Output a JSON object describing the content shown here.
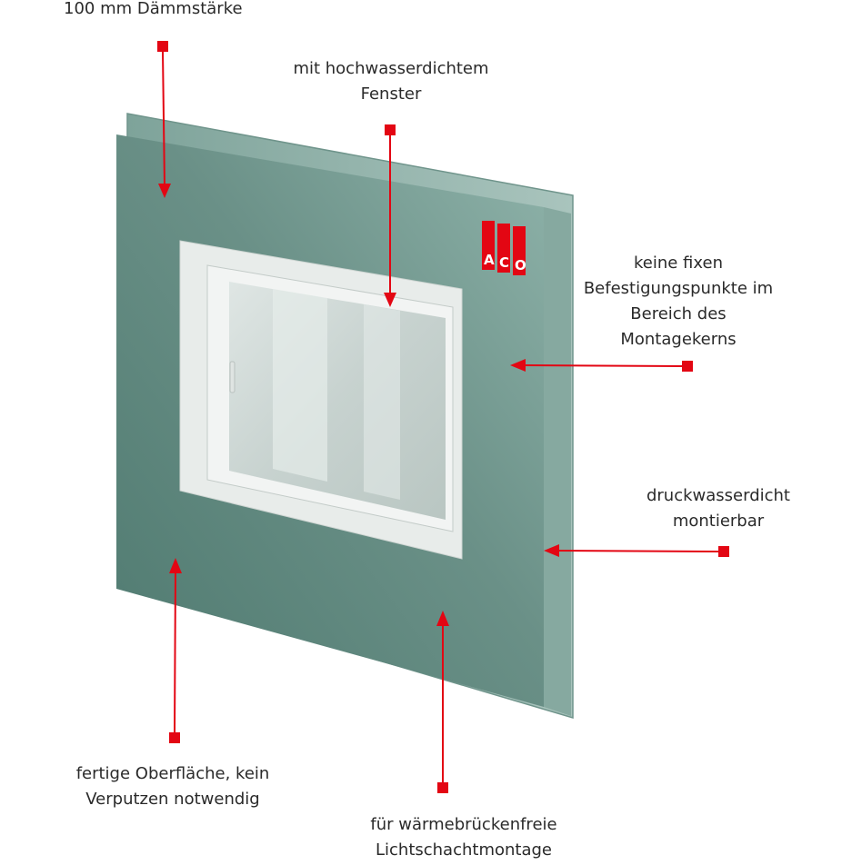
{
  "brand": {
    "logo_letters": [
      "A",
      "C",
      "O"
    ],
    "logo_color": "#e30613"
  },
  "colors": {
    "panel": "#6a9087",
    "panel_edge": "#8fb0a8",
    "window_frame": "#e9eceb",
    "glass": "#cfd8d6",
    "callout": "#e30613",
    "text": "#2a2a2a"
  },
  "callouts": {
    "insulation": {
      "lines": [
        "100 mm Dämmstärke"
      ]
    },
    "window": {
      "lines": [
        "mit hochwasserdichtem",
        "Fenster"
      ]
    },
    "fixing": {
      "lines": [
        "keine fixen",
        "Befestigungspunkte im",
        "Bereich des",
        "Montagekerns"
      ]
    },
    "pressure": {
      "lines": [
        "druckwasserdicht",
        "montierbar"
      ]
    },
    "surface": {
      "lines": [
        "fertige Oberfläche, kein",
        "Verputzen notwendig"
      ]
    },
    "thermal": {
      "lines": [
        "für wärmebrückenfreie",
        "Lichtschachtmontage"
      ]
    }
  }
}
